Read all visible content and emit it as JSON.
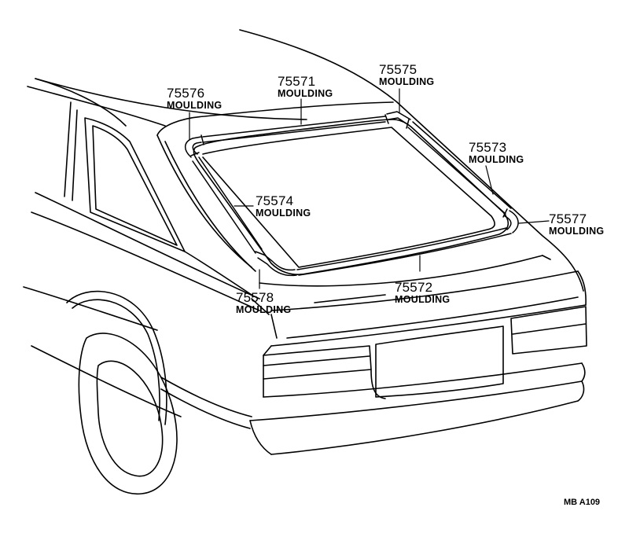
{
  "parts": [
    {
      "id": "p75576",
      "number": "75576",
      "name": "MOULDING"
    },
    {
      "id": "p75571",
      "number": "75571",
      "name": "MOULDING"
    },
    {
      "id": "p75575",
      "number": "75575",
      "name": "MOULDING"
    },
    {
      "id": "p75573",
      "number": "75573",
      "name": "MOULDING"
    },
    {
      "id": "p75574",
      "number": "75574",
      "name": "MOULDING"
    },
    {
      "id": "p75577",
      "number": "75577",
      "name": "MOULDING"
    },
    {
      "id": "p75572",
      "number": "75572",
      "name": "MOULDING"
    },
    {
      "id": "p75578",
      "number": "75578",
      "name": "MOULDING"
    }
  ],
  "figure_code": "MB A109",
  "colors": {
    "line": "#000000",
    "background": "#ffffff"
  }
}
